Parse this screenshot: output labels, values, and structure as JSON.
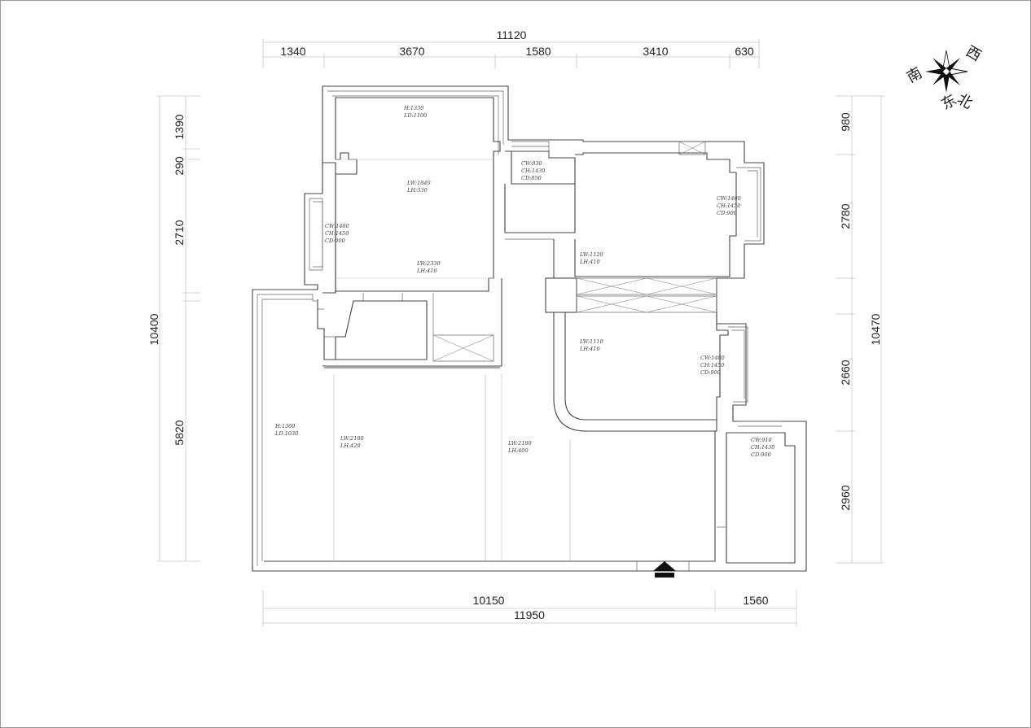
{
  "dimensions": {
    "top_total": "11120",
    "top_segments": [
      "1340",
      "3670",
      "1580",
      "3410",
      "630"
    ],
    "left_total": "10400",
    "left_segments": [
      "1390",
      "290",
      "2710",
      "5820"
    ],
    "right_total": "10470",
    "right_segments": [
      "980",
      "2780",
      "2660",
      "2960"
    ],
    "bottom_total": "11950",
    "bottom_segments": [
      "10150",
      "1560"
    ]
  },
  "compass": {
    "west": "西",
    "south": "南",
    "north": "北",
    "east": "东"
  },
  "room_notes": {
    "top_room": [
      "H:1330",
      "LD:1100"
    ],
    "upper_left_window": [
      "CW:1480",
      "CH:1450",
      "CD:900"
    ],
    "upper_center": [
      "LW:1840",
      "LH:330"
    ],
    "upper_lower": [
      "LW:2330",
      "LH:410"
    ],
    "small_room": [
      "CW:830",
      "CH:1430",
      "CD:850"
    ],
    "right_top_room": [
      "CW:1480",
      "CH:1450",
      "CD:900"
    ],
    "corridor_top": [
      "LW:1120",
      "LH:410"
    ],
    "corridor_bottom": [
      "LW:1110",
      "LH:410"
    ],
    "right_mid_room": [
      "CW:1480",
      "CH:1450",
      "CD:900"
    ],
    "bottom_right_room": [
      "CW:910",
      "CH:1430",
      "CD:900"
    ],
    "living_left": [
      "H:1360",
      "LD:1030"
    ],
    "living_mid1": [
      "LW:2180",
      "LH:420"
    ],
    "living_mid2": [
      "LW:2180",
      "LH:400"
    ]
  }
}
